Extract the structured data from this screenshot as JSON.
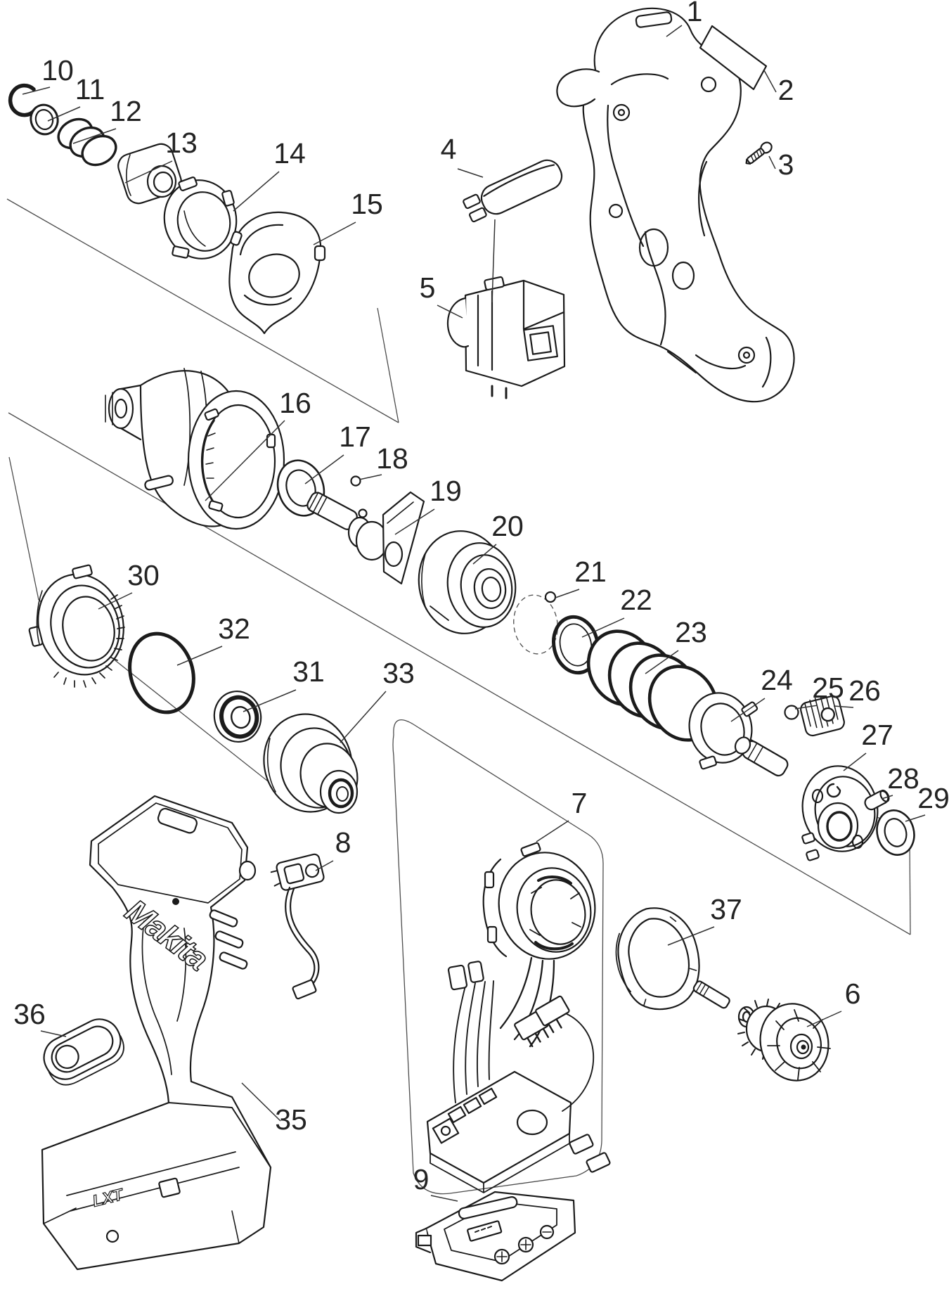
{
  "diagram": {
    "brand_logo": "Makita",
    "battery_badge": "LXT",
    "line_color": "#1b1b1b",
    "label_color": "#232323",
    "background": "#ffffff",
    "part_numbers": [
      "1",
      "2",
      "3",
      "4",
      "5",
      "6",
      "7",
      "8",
      "9",
      "10",
      "11",
      "12",
      "13",
      "14",
      "15",
      "16",
      "17",
      "18",
      "19",
      "20",
      "21",
      "22",
      "23",
      "24",
      "25",
      "26",
      "27",
      "28",
      "29",
      "30",
      "31",
      "32",
      "33",
      "35",
      "36",
      "37"
    ]
  }
}
